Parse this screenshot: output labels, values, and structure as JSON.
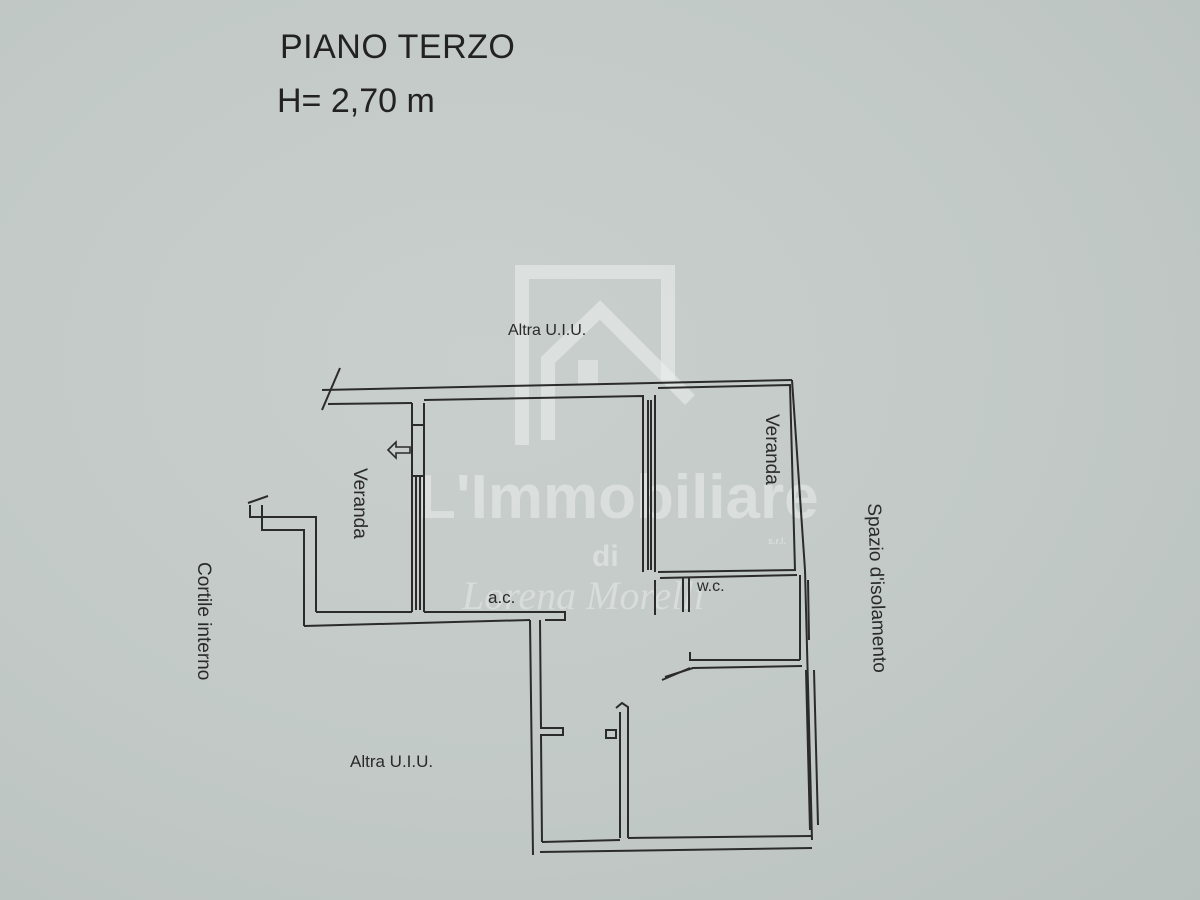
{
  "header": {
    "title": "PIANO TERZO",
    "height": "H= 2,70 m"
  },
  "labels": {
    "top_neighbor": "Altra U.I.U.",
    "bottom_neighbor": "Altra U.I.U.",
    "veranda_left": "Veranda",
    "veranda_right": "Veranda",
    "courtyard": "Cortile interno",
    "isolation_space": "Spazio d'isolamento",
    "wc": "w.c.",
    "ac": "a.c."
  },
  "watermark": {
    "brand": "L'Immobiliare",
    "suffix": "s.r.l.",
    "di": "di",
    "signature": "Lorena Morelli"
  },
  "colors": {
    "paper": "#c4cbc9",
    "ink": "#2a2a2a",
    "watermark": "#e6eae8"
  }
}
